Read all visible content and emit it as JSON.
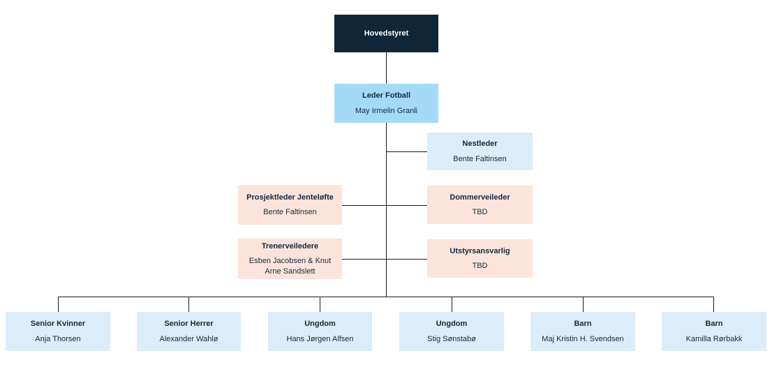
{
  "colors": {
    "root_fill": "#0e2637",
    "root_text": "#ffffff",
    "leader_blue": "#a5daf6",
    "pale_blue": "#daedf8",
    "peach": "#fce4dc",
    "node_text": "#14293d",
    "connector_line": "#1a1a1a",
    "background": "#ffffff"
  },
  "nodes": {
    "root": {
      "title": "Hovedstyret"
    },
    "leder": {
      "title": "Leder Fotball",
      "name": "May Irmelin Granli"
    },
    "nestleder": {
      "title": "Nestleder",
      "name": "Bente Faltinsen"
    },
    "prosjektleder": {
      "title": "Prosjektleder Jenteløfte",
      "name": "Bente Faltinsen"
    },
    "dommerveileder": {
      "title": "Dommerveileder",
      "name": "TBD"
    },
    "trenerveiledere": {
      "title": "Trenerveiledere",
      "name": "Esben Jacobsen & Knut Arne Sandslett"
    },
    "utstyrsansvarlig": {
      "title": "Utstyrsansvarlig",
      "name": "TBD"
    },
    "teams": [
      {
        "title": "Senior Kvinner",
        "name": "Anja Thorsen"
      },
      {
        "title": "Senior Herrer",
        "name": "Alexander Wahlø"
      },
      {
        "title": "Ungdom",
        "name": "Hans Jørgen Alfsen"
      },
      {
        "title": "Ungdom",
        "name": "Stig Sønstabø"
      },
      {
        "title": "Barn",
        "name": "Maj Kristin H. Svendsen"
      },
      {
        "title": "Barn",
        "name": "Kamilla Rørbakk"
      }
    ]
  }
}
